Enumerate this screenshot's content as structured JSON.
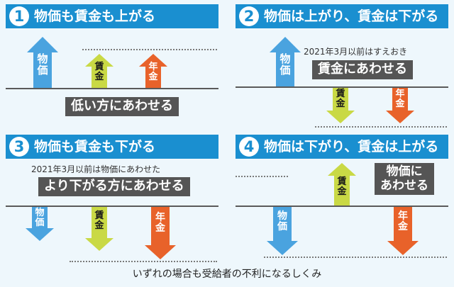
{
  "panels": [
    {
      "number": "1",
      "title": "物価も賃金も上がる",
      "arrows": {
        "price": "物価",
        "wage": "賃金",
        "pension": "年金"
      },
      "box": "低い方にあわせる"
    },
    {
      "number": "2",
      "title": "物価は上がり、賃金は下がる",
      "arrows": {
        "price": "物価",
        "wage": "賃金",
        "pension": "年金"
      },
      "note": "2021年3月以前はすえおき",
      "box": "賃金にあわせる"
    },
    {
      "number": "3",
      "title": "物価も賃金も下がる",
      "arrows": {
        "price": "物価",
        "wage": "賃金",
        "pension": "年金"
      },
      "note": "2021年3月以前は物価にあわせた",
      "box": "より下がる方にあわせる"
    },
    {
      "number": "4",
      "title": "物価は下がり、賃金は上がる",
      "arrows": {
        "price": "物価",
        "wage": "賃金",
        "pension": "年金"
      },
      "box": "物価に\nあわせる"
    }
  ],
  "footer": "いずれの場合も受給者の不利になるしくみ",
  "colors": {
    "header": "#1a8fd0",
    "price": "#4aa3df",
    "wage": "#c9d945",
    "pension": "#e8622a",
    "box": "#555555"
  }
}
